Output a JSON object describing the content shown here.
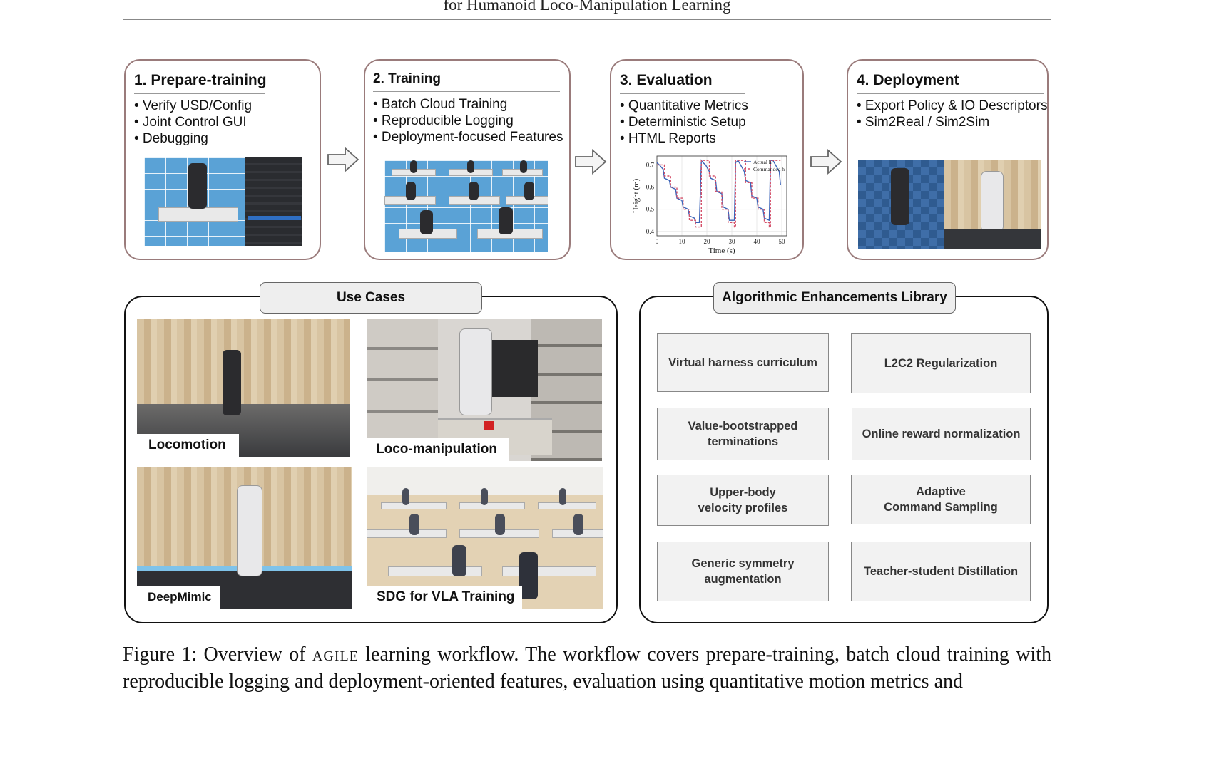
{
  "header": {
    "title": "for Humanoid Loco-Manipulation Learning"
  },
  "stages": [
    {
      "title": "1. Prepare-training",
      "bullets": [
        "• Verify USD/Config",
        "• Joint Control GUI",
        "• Debugging"
      ]
    },
    {
      "title": "2. Training",
      "bullets": [
        "• Batch Cloud Training",
        "• Reproducible Logging",
        "• Deployment-focused Features"
      ]
    },
    {
      "title": "3. Evaluation",
      "bullets": [
        "• Quantitative Metrics",
        "• Deterministic Setup",
        "• HTML Reports"
      ]
    },
    {
      "title": "4. Deployment",
      "bullets": [
        "• Export Policy & IO Descriptors",
        "• Sim2Real / Sim2Sim"
      ]
    }
  ],
  "chart_data": {
    "type": "line",
    "xlabel": "Time (s)",
    "ylabel": "Height (m)",
    "xlim": [
      0,
      52
    ],
    "ylim": [
      0.38,
      0.74
    ],
    "xticks": [
      "0",
      "10",
      "20",
      "30",
      "40",
      "50"
    ],
    "yticks": [
      "0.4",
      "0.5",
      "0.6",
      "0.7"
    ],
    "series": [
      {
        "name": "Actual h",
        "color": "#3b63b8",
        "x": [
          0,
          1,
          2.5,
          3,
          5,
          5.5,
          7.5,
          8,
          10,
          10.5,
          12.5,
          13,
          15,
          15.5,
          17,
          17.8,
          18.5,
          19.5,
          21,
          21.5,
          23.5,
          24,
          26,
          26.5,
          28.5,
          29,
          31,
          31.5,
          32.5,
          33.5,
          35,
          35.5,
          37.5,
          38,
          40,
          40.5,
          42.5,
          43,
          45,
          45.5,
          46.5,
          47.5,
          49,
          49.5
        ],
        "values": [
          0.71,
          0.7,
          0.68,
          0.64,
          0.63,
          0.6,
          0.59,
          0.55,
          0.54,
          0.51,
          0.5,
          0.47,
          0.46,
          0.44,
          0.44,
          0.72,
          0.71,
          0.7,
          0.67,
          0.64,
          0.63,
          0.58,
          0.57,
          0.51,
          0.5,
          0.45,
          0.45,
          0.71,
          0.72,
          0.7,
          0.67,
          0.63,
          0.62,
          0.56,
          0.55,
          0.51,
          0.5,
          0.46,
          0.45,
          0.72,
          0.72,
          0.7,
          0.67,
          0.61
        ]
      },
      {
        "name": "Commanded h",
        "color": "#d4506a",
        "x": [
          0,
          3,
          3,
          5.5,
          5.5,
          8,
          8,
          10.5,
          10.5,
          13,
          13,
          15.5,
          15.5,
          17.8,
          17.8,
          21,
          21,
          23.5,
          23.5,
          26,
          26,
          28.5,
          28.5,
          31,
          31,
          31.5,
          31.5,
          35.5,
          35.5,
          38,
          38,
          40.5,
          40.5,
          43,
          43,
          45,
          45,
          45.5,
          45.5,
          49.5
        ],
        "values": [
          0.7,
          0.7,
          0.65,
          0.65,
          0.6,
          0.6,
          0.55,
          0.55,
          0.5,
          0.5,
          0.45,
          0.45,
          0.42,
          0.42,
          0.72,
          0.72,
          0.65,
          0.65,
          0.58,
          0.58,
          0.5,
          0.5,
          0.44,
          0.44,
          0.42,
          0.42,
          0.72,
          0.72,
          0.62,
          0.62,
          0.55,
          0.55,
          0.5,
          0.5,
          0.44,
          0.44,
          0.42,
          0.42,
          0.72,
          0.72
        ]
      }
    ]
  },
  "use_cases": {
    "title": "Use Cases",
    "items": [
      "Locomotion",
      "Loco-manipulation",
      "DeepMimic",
      "SDG for VLA Training"
    ]
  },
  "algorithms": {
    "title": "Algorithmic Enhancements Library",
    "items": [
      "Virtual harness curriculum",
      "L2C2 Regularization",
      "Value-bootstrapped\nterminations",
      "Online reward normalization",
      "Upper-body\nvelocity profiles",
      "Adaptive\nCommand Sampling",
      "Generic symmetry\naugmentation",
      "Teacher-student Distillation"
    ]
  },
  "caption": {
    "prefix": "Figure 1: Overview of ",
    "name": "agile",
    "suffix": " learning workflow. The workflow covers prepare-training, batch cloud training with reproducible logging and deployment-oriented features, evaluation using quantitative motion metrics and"
  }
}
